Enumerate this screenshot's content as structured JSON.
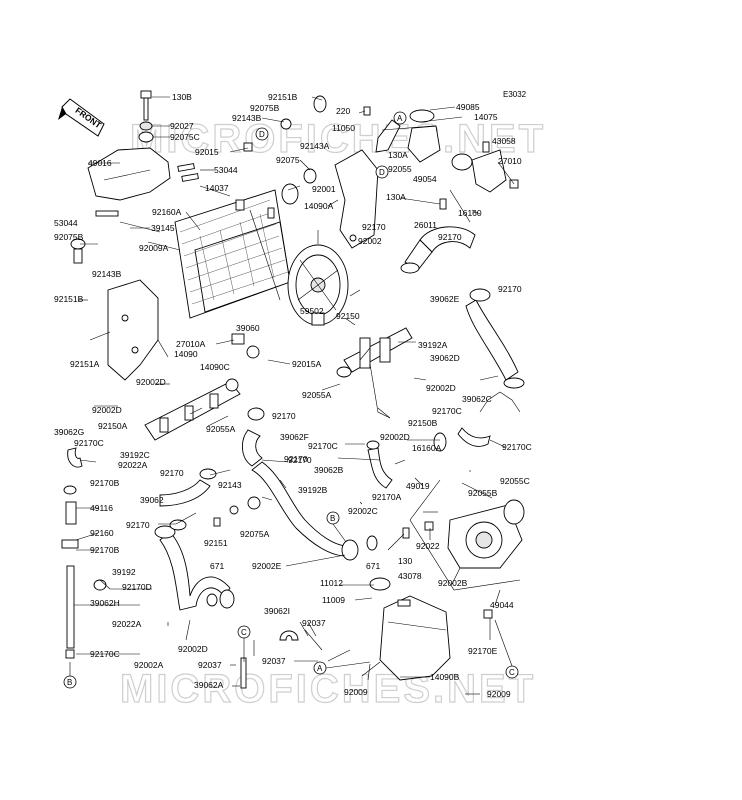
{
  "diagram": {
    "code": "E3032",
    "front_label": "FRONT",
    "watermark_top": "MICROFICHES.NET",
    "watermark_bottom": "MICROFICHES.NET",
    "callout_letters": [
      "A",
      "B",
      "C",
      "D"
    ],
    "labels": [
      {
        "text": "130B"
      },
      {
        "text": "92027"
      },
      {
        "text": "92075C"
      },
      {
        "text": "49016"
      },
      {
        "text": "92015"
      },
      {
        "text": "53044"
      },
      {
        "text": "92151B"
      },
      {
        "text": "92075B"
      },
      {
        "text": "92143B"
      },
      {
        "text": "220"
      },
      {
        "text": "49085"
      },
      {
        "text": "14075"
      },
      {
        "text": "11050"
      },
      {
        "text": "43058"
      },
      {
        "text": "130A"
      },
      {
        "text": "27010"
      },
      {
        "text": "92143A"
      },
      {
        "text": "92075"
      },
      {
        "text": "92001"
      },
      {
        "text": "92055"
      },
      {
        "text": "49054"
      },
      {
        "text": "14037"
      },
      {
        "text": "14090A"
      },
      {
        "text": "130A"
      },
      {
        "text": "16160"
      },
      {
        "text": "26011"
      },
      {
        "text": "53044"
      },
      {
        "text": "92160A"
      },
      {
        "text": "92170"
      },
      {
        "text": "92170"
      },
      {
        "text": "39145"
      },
      {
        "text": "92075B"
      },
      {
        "text": "92009A"
      },
      {
        "text": "92143B"
      },
      {
        "text": "92002"
      },
      {
        "text": "39062E"
      },
      {
        "text": "92170"
      },
      {
        "text": "92151B"
      },
      {
        "text": "39060"
      },
      {
        "text": "59502"
      },
      {
        "text": "92150"
      },
      {
        "text": "39192A"
      },
      {
        "text": "27010A"
      },
      {
        "text": "14090"
      },
      {
        "text": "14090C"
      },
      {
        "text": "92015A"
      },
      {
        "text": "39062D"
      },
      {
        "text": "92151A"
      },
      {
        "text": "92002D"
      },
      {
        "text": "92055A"
      },
      {
        "text": "92002D"
      },
      {
        "text": "92170"
      },
      {
        "text": "92002D"
      },
      {
        "text": "92170"
      },
      {
        "text": "92150B"
      },
      {
        "text": "92170C"
      },
      {
        "text": "39062C"
      },
      {
        "text": "92150A"
      },
      {
        "text": "92055A"
      },
      {
        "text": "39062G"
      },
      {
        "text": "92170C"
      },
      {
        "text": "39192C"
      },
      {
        "text": "39062F"
      },
      {
        "text": "92170C"
      },
      {
        "text": "92002D"
      },
      {
        "text": "92170C"
      },
      {
        "text": "92022A"
      },
      {
        "text": "92170"
      },
      {
        "text": "92170"
      },
      {
        "text": "39062B"
      },
      {
        "text": "16160A"
      },
      {
        "text": "92170B"
      },
      {
        "text": "92143"
      },
      {
        "text": "39192B"
      },
      {
        "text": "49019"
      },
      {
        "text": "92055C"
      },
      {
        "text": "39062"
      },
      {
        "text": "92170A"
      },
      {
        "text": "92055B"
      },
      {
        "text": "49116"
      },
      {
        "text": "92002C"
      },
      {
        "text": "92170"
      },
      {
        "text": "92151"
      },
      {
        "text": "92075A"
      },
      {
        "text": "92022"
      },
      {
        "text": "92160"
      },
      {
        "text": "130"
      },
      {
        "text": "92170B"
      },
      {
        "text": "671"
      },
      {
        "text": "43078"
      },
      {
        "text": "39192"
      },
      {
        "text": "92002E"
      },
      {
        "text": "671"
      },
      {
        "text": "92002B"
      },
      {
        "text": "92170D"
      },
      {
        "text": "11012"
      },
      {
        "text": "39062H"
      },
      {
        "text": "11009"
      },
      {
        "text": "49044"
      },
      {
        "text": "92022A"
      },
      {
        "text": "39062I"
      },
      {
        "text": "92037"
      },
      {
        "text": "92002D"
      },
      {
        "text": "92170E"
      },
      {
        "text": "92170C"
      },
      {
        "text": "92002A"
      },
      {
        "text": "92037"
      },
      {
        "text": "92037"
      },
      {
        "text": "14090B"
      },
      {
        "text": "39062A"
      },
      {
        "text": "92009"
      },
      {
        "text": "92009"
      }
    ]
  }
}
